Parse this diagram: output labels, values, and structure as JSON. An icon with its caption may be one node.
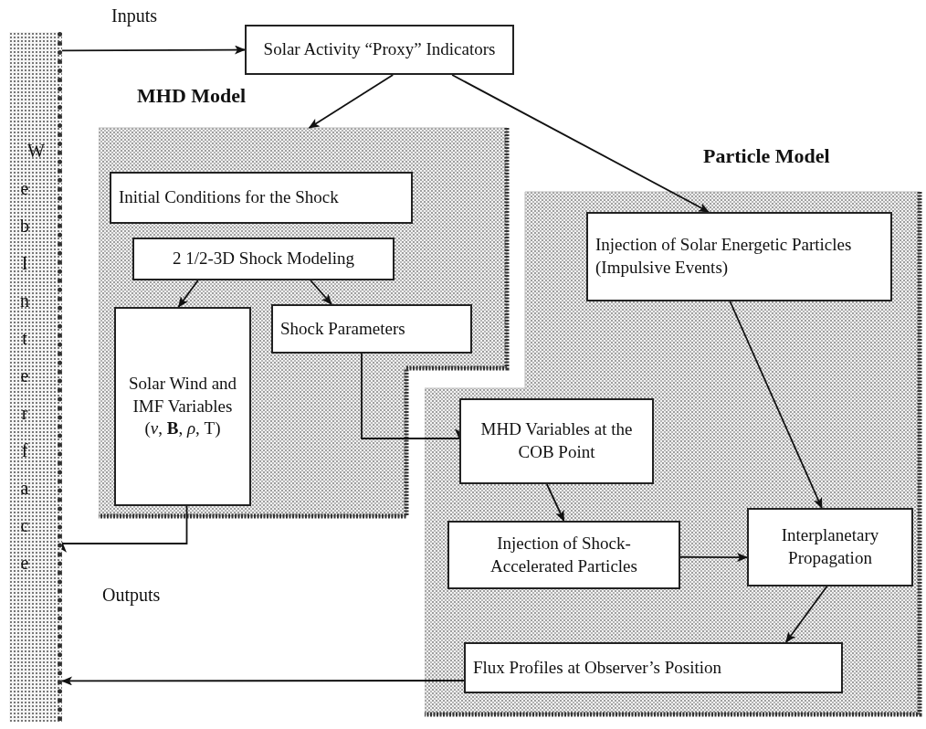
{
  "diagram": {
    "nodes": [
      {
        "text": [
          "Web Interface"
        ]
      },
      {
        "text": [
          "Solar Activity “Proxy” Indicators"
        ]
      },
      {
        "text": [
          "MHD Model"
        ]
      },
      {
        "text": [
          "Initial Conditions for the Shock"
        ],
        "in": 2
      },
      {
        "text": [
          "2 1/2-3D Shock Modeling"
        ],
        "in": 2
      },
      {
        "text": [
          "Solar Wind and IMF Variables (*v*, **B**, *ρ*, T)"
        ],
        "in": 2
      },
      {
        "text": [
          "Shock Parameters"
        ],
        "in": 2
      },
      {
        "text": [
          "Particle Model"
        ]
      },
      {
        "text": [
          "Injection of Solar Energetic Particles (Impulsive Events)"
        ],
        "in": 7
      },
      {
        "text": [
          "MHD Variables at the COB Point"
        ],
        "in": 7
      },
      {
        "text": [
          "Injection of Shock-Accelerated Particles"
        ],
        "in": 7
      },
      {
        "text": [
          "Interplanetary Propagation"
        ],
        "in": 7
      },
      {
        "text": [
          "Flux Profiles at Observer’s Position"
        ],
        "in": 7
      }
    ],
    "edges": [
      {
        "from": 0,
        "to": 1,
        "arrow": "to",
        "label": "Inputs"
      },
      {
        "from": 1,
        "to": 2,
        "arrow": "to"
      },
      {
        "from": 1,
        "to": 8,
        "arrow": "to"
      },
      {
        "from": 4,
        "to": 5,
        "arrow": "to"
      },
      {
        "from": 4,
        "to": 6,
        "arrow": "to"
      },
      {
        "from": 5,
        "to": 0,
        "arrow": "to"
      },
      {
        "from": 6,
        "to": 9,
        "arrow": "to"
      },
      {
        "from": 8,
        "to": 11,
        "arrow": "to"
      },
      {
        "from": 9,
        "to": 10,
        "arrow": "to"
      },
      {
        "from": 10,
        "to": 11,
        "arrow": "to"
      },
      {
        "from": 11,
        "to": 12,
        "arrow": "to"
      },
      {
        "from": 12,
        "to": 0,
        "arrow": "to"
      }
    ],
    "labels": [
      "Outputs"
    ]
  }
}
